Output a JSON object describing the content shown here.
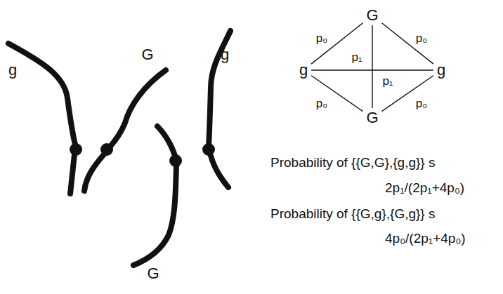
{
  "diagram": {
    "nodes": [
      {
        "text": [
          "G"
        ]
      },
      {
        "text": [
          "g"
        ]
      },
      {
        "text": [
          "g"
        ]
      },
      {
        "text": [
          "G"
        ]
      }
    ],
    "edges": [
      {
        "from": 0,
        "to": 1,
        "arrow": "none",
        "label": "p₀"
      },
      {
        "from": 0,
        "to": 2,
        "arrow": "none",
        "label": "p₀"
      },
      {
        "from": 1,
        "to": 3,
        "arrow": "none",
        "label": "p₀"
      },
      {
        "from": 2,
        "to": 3,
        "arrow": "none",
        "label": "p₀"
      },
      {
        "from": 1,
        "to": 2,
        "arrow": "none",
        "label": "p₁"
      },
      {
        "from": 0,
        "to": 3,
        "arrow": "none",
        "label": "p₁"
      }
    ],
    "labels": [
      "g",
      "G",
      "g",
      "G",
      "Probability of {{G,G},{g,g}} s",
      "2p₁/(2p₁+4p₀)",
      "Probability of {{G,g},{G,g}} s",
      "4p₀/(2p₁+4p₀)"
    ]
  }
}
